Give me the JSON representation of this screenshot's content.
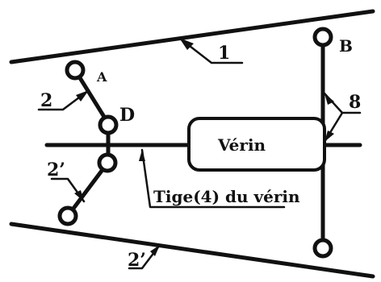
{
  "diagram": {
    "labels": {
      "frame_top": "1",
      "arm_upper": "2",
      "arm_lower": "2’",
      "frame_bottom": "2’",
      "point_a": "A",
      "point_b": "B",
      "point_d": "D",
      "part_8": "8",
      "jack": "Vérin",
      "rod": "Tige(4) du vérin"
    }
  }
}
